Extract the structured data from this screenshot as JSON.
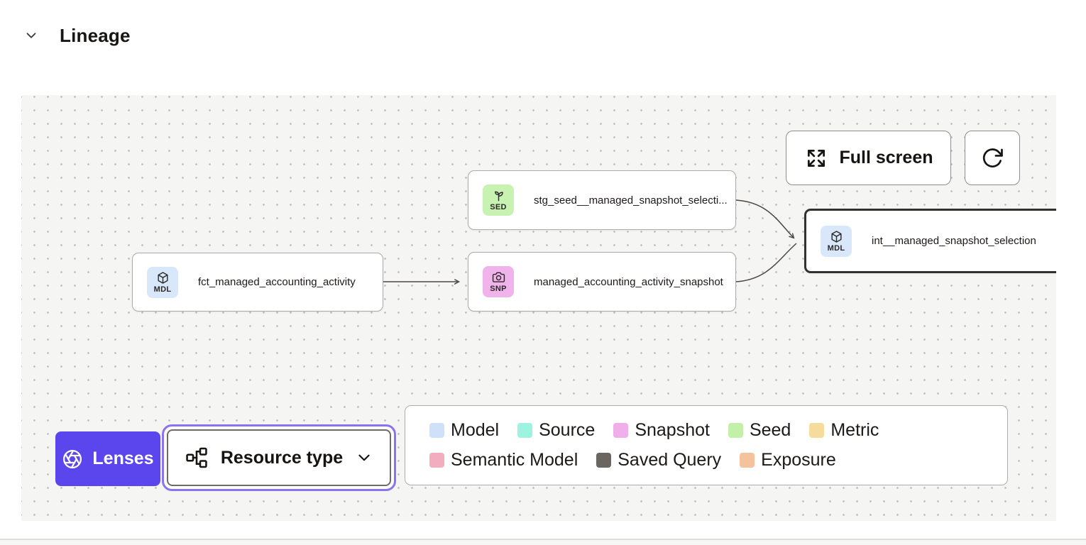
{
  "header": {
    "title": "Lineage"
  },
  "canvas": {
    "toolbar": {
      "full_screen_label": "Full screen"
    },
    "nodes": [
      {
        "type_code": "SED",
        "label": "stg_seed__managed_snapshot_selecti...",
        "badge_color": "#c8f2b2"
      },
      {
        "type_code": "MDL",
        "label": "fct_managed_accounting_activity",
        "badge_color": "#d9e7fb"
      },
      {
        "type_code": "SNP",
        "label": "managed_accounting_activity_snapshot",
        "badge_color": "#f1b3ec"
      },
      {
        "type_code": "MDL",
        "label": "int__managed_snapshot_selection",
        "badge_color": "#d9e7fb"
      }
    ],
    "lenses_button": {
      "label": "Lenses",
      "background": "#5b46ee"
    },
    "resource_type_dropdown": {
      "label": "Resource type"
    },
    "legend": {
      "items": [
        {
          "label": "Model",
          "color": "#cfe1f9"
        },
        {
          "label": "Source",
          "color": "#9ef2e0"
        },
        {
          "label": "Snapshot",
          "color": "#f0aeea"
        },
        {
          "label": "Seed",
          "color": "#c3f0a9"
        },
        {
          "label": "Metric",
          "color": "#f5dc9d"
        },
        {
          "label": "Semantic Model",
          "color": "#f2aebe"
        },
        {
          "label": "Saved Query",
          "color": "#6b6560"
        },
        {
          "label": "Exposure",
          "color": "#f5c29e"
        }
      ]
    }
  }
}
